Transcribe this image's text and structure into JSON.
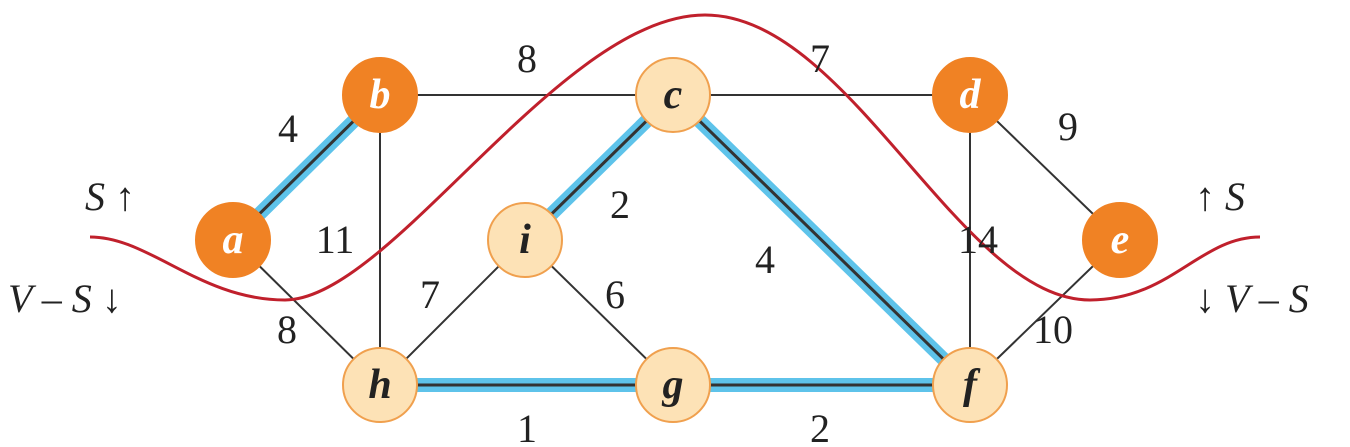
{
  "nodes": [
    {
      "id": "a",
      "in_S": true
    },
    {
      "id": "b",
      "in_S": true
    },
    {
      "id": "c",
      "in_S": false
    },
    {
      "id": "d",
      "in_S": true
    },
    {
      "id": "e",
      "in_S": true
    },
    {
      "id": "f",
      "in_S": false
    },
    {
      "id": "g",
      "in_S": false
    },
    {
      "id": "h",
      "in_S": false
    },
    {
      "id": "i",
      "in_S": false
    }
  ],
  "edges": [
    {
      "from": "a",
      "to": "b",
      "weight": "4",
      "highlighted": true
    },
    {
      "from": "a",
      "to": "h",
      "weight": "8",
      "highlighted": false
    },
    {
      "from": "b",
      "to": "h",
      "weight": "11",
      "highlighted": false
    },
    {
      "from": "b",
      "to": "c",
      "weight": "8",
      "highlighted": false
    },
    {
      "from": "c",
      "to": "d",
      "weight": "7",
      "highlighted": false
    },
    {
      "from": "c",
      "to": "i",
      "weight": "2",
      "highlighted": true
    },
    {
      "from": "c",
      "to": "f",
      "weight": "4",
      "highlighted": true
    },
    {
      "from": "d",
      "to": "e",
      "weight": "9",
      "highlighted": false
    },
    {
      "from": "d",
      "to": "f",
      "weight": "14",
      "highlighted": false
    },
    {
      "from": "e",
      "to": "f",
      "weight": "10",
      "highlighted": false
    },
    {
      "from": "f",
      "to": "g",
      "weight": "2",
      "highlighted": true
    },
    {
      "from": "g",
      "to": "h",
      "weight": "1",
      "highlighted": true
    },
    {
      "from": "h",
      "to": "i",
      "weight": "7",
      "highlighted": false
    },
    {
      "from": "i",
      "to": "g",
      "weight": "6",
      "highlighted": false
    }
  ],
  "cut_labels": {
    "left_top": "S ↑",
    "left_bottom": "V – S ↓",
    "right_top": "↑ S",
    "right_bottom": "↓ V – S"
  },
  "colors": {
    "in_S_fill": "#f08224",
    "not_S_fill": "#fde2b6",
    "not_S_stroke": "#f0a04e",
    "highlight": "#5ec3ea",
    "cut_curve": "#c0202c",
    "edge": "#333333"
  }
}
